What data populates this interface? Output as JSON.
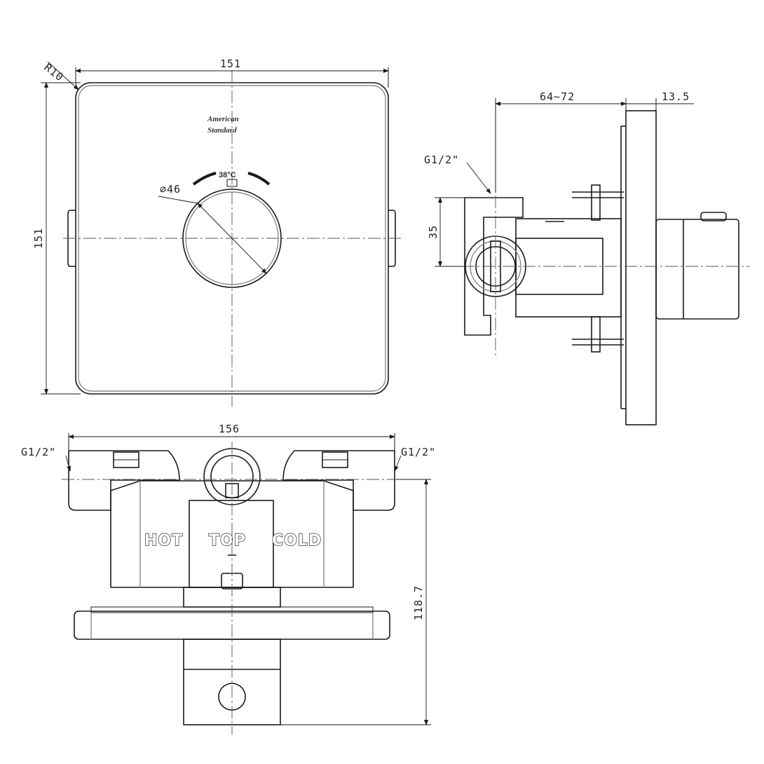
{
  "front_view": {
    "brand": [
      "American",
      "Standard"
    ],
    "temperature_mark": "38°C",
    "dims": {
      "width": "151",
      "height": "151",
      "radius": "R10",
      "knob_diameter": "∅46"
    }
  },
  "side_view": {
    "dims": {
      "depth_range": "64~72",
      "plate_thickness": "13.5",
      "thread": "G1/2\"",
      "inlet_height": "35"
    }
  },
  "bottom_view": {
    "labels": {
      "hot": "HOT",
      "top": "TOP",
      "cold": "COLD"
    },
    "dims": {
      "width": "156",
      "thread_left": "G1/2\"",
      "thread_right": "G1/2\"",
      "height": "118.7"
    }
  }
}
